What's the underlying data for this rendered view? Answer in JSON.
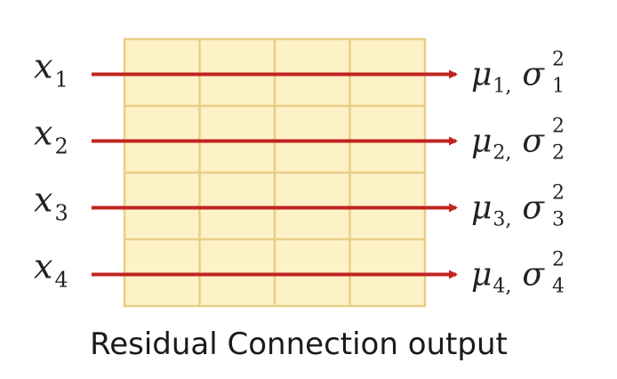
{
  "diagram": {
    "caption": "Residual Connection output",
    "grid": {
      "rows": 4,
      "cols": 4,
      "fill_color": "#fdf1c8",
      "line_color": "#e8cf85"
    },
    "arrow_color": "#c0241f",
    "inputs": [
      {
        "base": "x",
        "sub": "1"
      },
      {
        "base": "x",
        "sub": "2"
      },
      {
        "base": "x",
        "sub": "3"
      },
      {
        "base": "x",
        "sub": "4"
      }
    ],
    "outputs": [
      {
        "mu": "μ",
        "mu_sub": "1",
        "sep": ",",
        "sigma": "σ",
        "sigma_sup": "2",
        "sigma_sub": "1"
      },
      {
        "mu": "μ",
        "mu_sub": "2",
        "sep": ",",
        "sigma": "σ",
        "sigma_sup": "2",
        "sigma_sub": "2"
      },
      {
        "mu": "μ",
        "mu_sub": "3",
        "sep": ",",
        "sigma": "σ",
        "sigma_sup": "2",
        "sigma_sub": "3"
      },
      {
        "mu": "μ",
        "mu_sub": "4",
        "sep": ",",
        "sigma": "σ",
        "sigma_sup": "2",
        "sigma_sub": "4"
      }
    ]
  }
}
